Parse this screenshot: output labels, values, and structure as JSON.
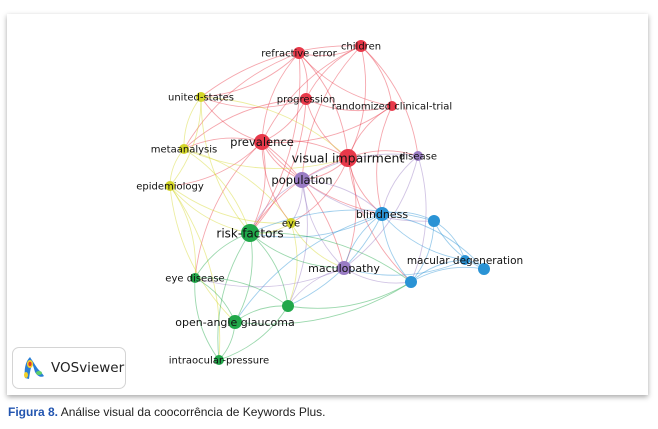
{
  "figure": {
    "caption_label": "Figura 8.",
    "caption_text": " Análise visual da coocorrência de Keywords Plus.",
    "logo_text": "VOSviewer"
  },
  "clusters": {
    "red": "#e8394a",
    "green": "#21a84a",
    "blue": "#2a93d5",
    "yellow": "#d4d62a",
    "purple": "#9a7cc4"
  },
  "nodes": [
    {
      "id": "children",
      "label": "children",
      "cluster": "red"
    },
    {
      "id": "refractive",
      "label": "refractive error",
      "cluster": "red"
    },
    {
      "id": "united",
      "label": "united-states",
      "cluster": "yellow"
    },
    {
      "id": "progression",
      "label": "progression",
      "cluster": "red"
    },
    {
      "id": "rct",
      "label": "randomized clinical-trial",
      "cluster": "red"
    },
    {
      "id": "meta",
      "label": "metaanalysis",
      "cluster": "yellow"
    },
    {
      "id": "prevalence",
      "label": "prevalence",
      "cluster": "red"
    },
    {
      "id": "vi",
      "label": "visual impairment",
      "cluster": "red"
    },
    {
      "id": "disease",
      "label": "disease",
      "cluster": "purple"
    },
    {
      "id": "population",
      "label": "population",
      "cluster": "purple"
    },
    {
      "id": "epi",
      "label": "epidemiology",
      "cluster": "yellow"
    },
    {
      "id": "blindness",
      "label": "blindness",
      "cluster": "blue"
    },
    {
      "id": "b1",
      "label": "",
      "cluster": "blue"
    },
    {
      "id": "eye",
      "label": "eye",
      "cluster": "yellow"
    },
    {
      "id": "risk",
      "label": "risk-factors",
      "cluster": "green"
    },
    {
      "id": "md",
      "label": "macular degeneration",
      "cluster": "blue"
    },
    {
      "id": "b2",
      "label": "",
      "cluster": "blue"
    },
    {
      "id": "maculopathy",
      "label": "maculopathy",
      "cluster": "purple"
    },
    {
      "id": "eyedisease",
      "label": "eye disease",
      "cluster": "green"
    },
    {
      "id": "b3",
      "label": "",
      "cluster": "blue"
    },
    {
      "id": "g1",
      "label": "",
      "cluster": "green"
    },
    {
      "id": "oag",
      "label": "open-angle glaucoma",
      "cluster": "green"
    },
    {
      "id": "iop",
      "label": "intraocular-pressure",
      "cluster": "green"
    }
  ],
  "edges": [
    [
      "children",
      "refractive"
    ],
    [
      "children",
      "progression"
    ],
    [
      "children",
      "rct"
    ],
    [
      "children",
      "prevalence"
    ],
    [
      "children",
      "vi"
    ],
    [
      "children",
      "united"
    ],
    [
      "children",
      "disease"
    ],
    [
      "children",
      "population"
    ],
    [
      "refractive",
      "progression"
    ],
    [
      "refractive",
      "prevalence"
    ],
    [
      "refractive",
      "vi"
    ],
    [
      "refractive",
      "rct"
    ],
    [
      "refractive",
      "united"
    ],
    [
      "refractive",
      "meta"
    ],
    [
      "refractive",
      "risk"
    ],
    [
      "progression",
      "rct"
    ],
    [
      "progression",
      "prevalence"
    ],
    [
      "progression",
      "vi"
    ],
    [
      "progression",
      "united"
    ],
    [
      "progression",
      "meta"
    ],
    [
      "progression",
      "risk"
    ],
    [
      "rct",
      "vi"
    ],
    [
      "rct",
      "prevalence"
    ],
    [
      "rct",
      "blindness"
    ],
    [
      "prevalence",
      "vi"
    ],
    [
      "prevalence",
      "population"
    ],
    [
      "prevalence",
      "risk"
    ],
    [
      "prevalence",
      "meta"
    ],
    [
      "prevalence",
      "epi"
    ],
    [
      "prevalence",
      "eye"
    ],
    [
      "prevalence",
      "maculopathy"
    ],
    [
      "prevalence",
      "blindness"
    ],
    [
      "prevalence",
      "united"
    ],
    [
      "prevalence",
      "eyedisease"
    ],
    [
      "vi",
      "population"
    ],
    [
      "vi",
      "blindness"
    ],
    [
      "vi",
      "disease"
    ],
    [
      "vi",
      "risk"
    ],
    [
      "vi",
      "maculopathy"
    ],
    [
      "vi",
      "b3"
    ],
    [
      "vi",
      "eye"
    ],
    [
      "disease",
      "blindness"
    ],
    [
      "disease",
      "maculopathy"
    ],
    [
      "disease",
      "population"
    ],
    [
      "disease",
      "b3"
    ],
    [
      "population",
      "risk"
    ],
    [
      "population",
      "blindness"
    ],
    [
      "population",
      "maculopathy"
    ],
    [
      "population",
      "eye"
    ],
    [
      "population",
      "b1"
    ],
    [
      "population",
      "g1"
    ],
    [
      "united",
      "meta"
    ],
    [
      "united",
      "epi"
    ],
    [
      "united",
      "risk"
    ],
    [
      "united",
      "vi"
    ],
    [
      "meta",
      "epi"
    ],
    [
      "meta",
      "risk"
    ],
    [
      "meta",
      "vi"
    ],
    [
      "meta",
      "eye"
    ],
    [
      "epi",
      "risk"
    ],
    [
      "epi",
      "eyedisease"
    ],
    [
      "epi",
      "oag"
    ],
    [
      "epi",
      "iop"
    ],
    [
      "epi",
      "eye"
    ],
    [
      "blindness",
      "b1"
    ],
    [
      "blindness",
      "md"
    ],
    [
      "blindness",
      "b2"
    ],
    [
      "blindness",
      "b3"
    ],
    [
      "blindness",
      "risk"
    ],
    [
      "blindness",
      "maculopathy"
    ],
    [
      "blindness",
      "g1"
    ],
    [
      "blindness",
      "oag"
    ],
    [
      "b1",
      "md"
    ],
    [
      "b1",
      "b2"
    ],
    [
      "b1",
      "b3"
    ],
    [
      "b1",
      "risk"
    ],
    [
      "md",
      "b2"
    ],
    [
      "md",
      "b3"
    ],
    [
      "md",
      "maculopathy"
    ],
    [
      "b2",
      "b3"
    ],
    [
      "eye",
      "risk"
    ],
    [
      "eye",
      "maculopathy"
    ],
    [
      "eye",
      "g1"
    ],
    [
      "risk",
      "eyedisease"
    ],
    [
      "risk",
      "oag"
    ],
    [
      "risk",
      "iop"
    ],
    [
      "risk",
      "g1"
    ],
    [
      "risk",
      "maculopathy"
    ],
    [
      "risk",
      "b3"
    ],
    [
      "maculopathy",
      "b3"
    ],
    [
      "maculopathy",
      "eyedisease"
    ],
    [
      "maculopathy",
      "g1"
    ],
    [
      "eyedisease",
      "oag"
    ],
    [
      "eyedisease",
      "iop"
    ],
    [
      "eyedisease",
      "g1"
    ],
    [
      "g1",
      "oag"
    ],
    [
      "g1",
      "iop"
    ],
    [
      "g1",
      "b3"
    ],
    [
      "oag",
      "iop"
    ],
    [
      "oag",
      "b3"
    ]
  ]
}
